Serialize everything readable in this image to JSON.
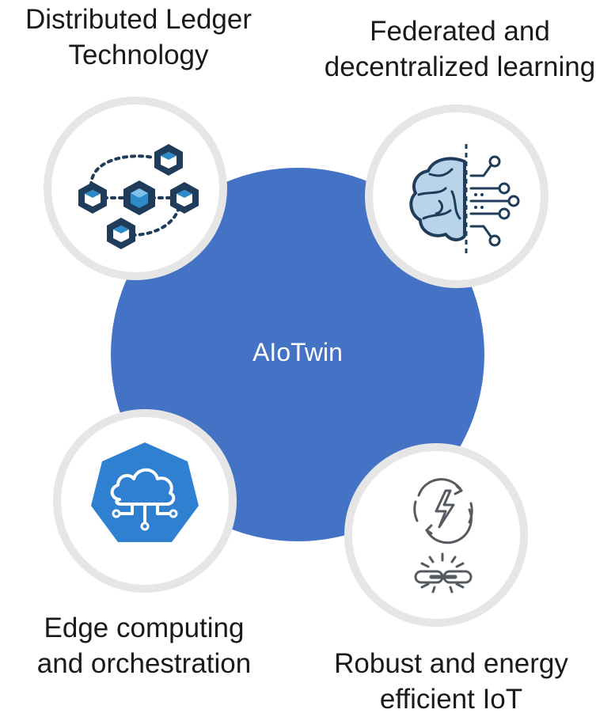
{
  "center": {
    "label": "AIoTwin"
  },
  "nodes": {
    "dlt": {
      "label_lines": [
        "Distributed Ledger",
        "Technology"
      ],
      "icon": "blockchain-network-icon"
    },
    "federated": {
      "label_lines": [
        "Federated and",
        "decentralized learning"
      ],
      "icon": "ai-brain-circuit-icon"
    },
    "edge": {
      "label_lines": [
        "Edge computing",
        "and orchestration"
      ],
      "icon": "cloud-network-icon"
    },
    "iot": {
      "label_lines": [
        "Robust and energy",
        "efficient IoT"
      ],
      "icon": "energy-and-chain-link-icon"
    }
  },
  "colors": {
    "center_fill": "#4472c4",
    "node_ring": "#e6e6e6",
    "icon_dark": "#1f3c5a",
    "icon_accent": "#2e8bc9",
    "brain_fill": "#b9d3ea",
    "edge_badge": "#2f80d1",
    "iot_gray": "#555b60"
  }
}
